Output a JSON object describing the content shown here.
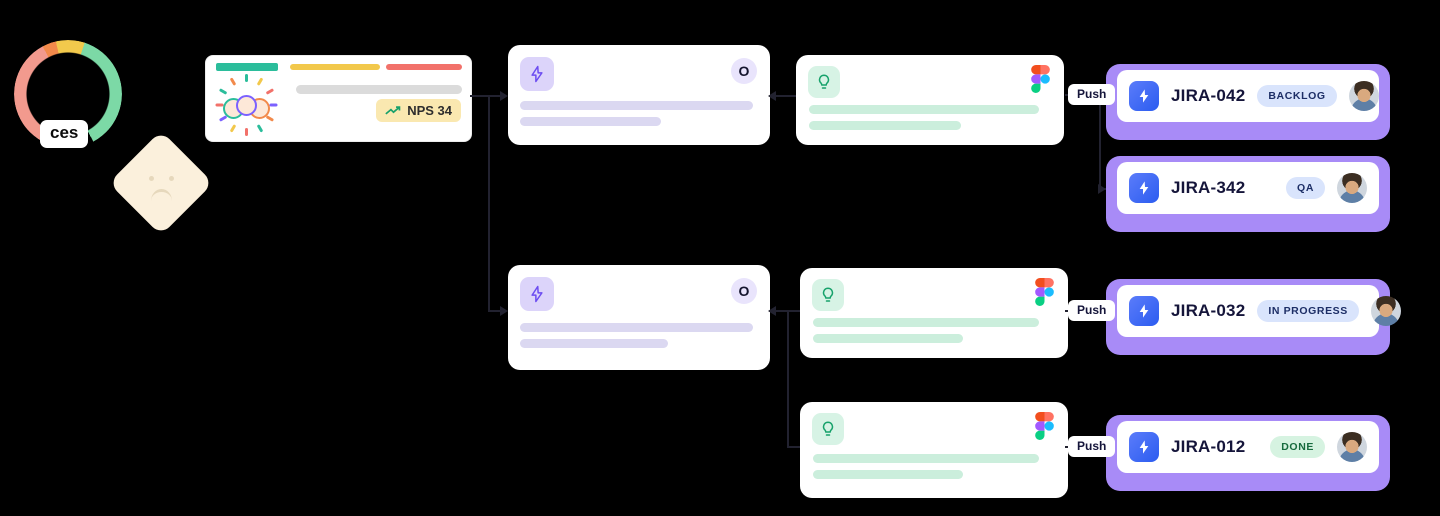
{
  "gauge": {
    "label": "ces",
    "segment_colors": [
      "#F29A8E",
      "#F28A4B",
      "#F2C94C",
      "#7CD9A6"
    ]
  },
  "mood_diamond": {
    "icon": "sad-face-icon",
    "color": "#FBF0DC"
  },
  "insight_card": {
    "bars": [
      {
        "color": "#2BBD9B"
      },
      {
        "color": "#F2C84B"
      },
      {
        "color": "#F2716A"
      }
    ],
    "cluster_icon": "customer-group-confetti-icon",
    "nps_badge": {
      "icon": "trending-up-icon",
      "label": "NPS 34"
    }
  },
  "feature_cards": [
    {
      "icon": "lightning-bolt-icon",
      "badge": "O"
    },
    {
      "icon": "lightning-bolt-icon",
      "badge": "O"
    }
  ],
  "design_cards": [
    {
      "icon": "lightbulb-icon",
      "logo": "figma-logo"
    },
    {
      "icon": "lightbulb-icon",
      "logo": "figma-logo"
    },
    {
      "icon": "lightbulb-icon",
      "logo": "figma-logo"
    }
  ],
  "push": {
    "label": "Push"
  },
  "jira_cards": [
    {
      "id": "JIRA-042",
      "status": "BACKLOG",
      "icon": "jira-bolt-icon",
      "avatar": "user-avatar"
    },
    {
      "id": "JIRA-342",
      "status": "QA",
      "icon": "jira-bolt-icon",
      "avatar": "user-avatar"
    },
    {
      "id": "JIRA-032",
      "status": "IN PROGRESS",
      "icon": "jira-bolt-icon",
      "avatar": "user-avatar"
    },
    {
      "id": "JIRA-012",
      "status": "DONE",
      "icon": "jira-bolt-icon",
      "avatar": "user-avatar"
    }
  ],
  "colors": {
    "feature_shadow": "#A88BF7",
    "design_shadow": "#6FDCA8",
    "jira_blue": "#2B5CF0",
    "status_blue_bg": "#D9E4FC",
    "status_blue_text": "#1D2E66",
    "status_green_bg": "#D6F3E1",
    "status_green_text": "#176B3E",
    "nps_badge_bg": "#FAE8B0"
  }
}
